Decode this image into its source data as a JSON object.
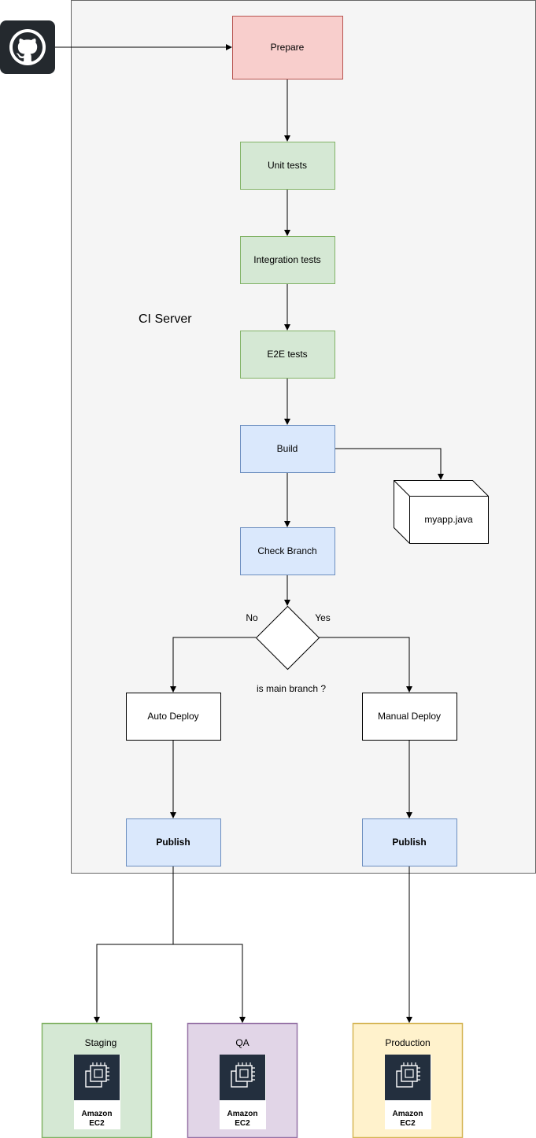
{
  "ci_server": {
    "label": "CI Server"
  },
  "source": {
    "icon": "github-icon"
  },
  "steps": {
    "prepare": "Prepare",
    "unit_tests": "Unit tests",
    "integration_tests": "Integration tests",
    "e2e_tests": "E2E tests",
    "build": "Build",
    "check_branch": "Check Branch",
    "auto_deploy": "Auto Deploy",
    "manual_deploy": "Manual Deploy",
    "publish_left": "Publish",
    "publish_right": "Publish"
  },
  "artifact": {
    "label": "myapp.java"
  },
  "decision": {
    "question": "is main branch ?",
    "no": "No",
    "yes": "Yes"
  },
  "environments": {
    "staging": {
      "label": "Staging",
      "service_line1": "Amazon",
      "service_line2": "EC2",
      "icon": "amazon-ec2-icon"
    },
    "qa": {
      "label": "QA",
      "service_line1": "Amazon",
      "service_line2": "EC2",
      "icon": "amazon-ec2-icon"
    },
    "production": {
      "label": "Production",
      "service_line1": "Amazon",
      "service_line2": "EC2",
      "icon": "amazon-ec2-icon"
    }
  },
  "colors": {
    "ci_bg": "#f5f5f5",
    "ci_border": "#666666",
    "prepare_fill": "#f8cecc",
    "prepare_border": "#b85450",
    "test_fill": "#d5e8d4",
    "test_border": "#82b366",
    "build_fill": "#dae8fc",
    "build_border": "#6c8ebf",
    "qa_fill": "#e1d5e7",
    "qa_border": "#9673a6",
    "prod_fill": "#fff2cc",
    "prod_border": "#d6b656",
    "ec2_dark": "#232f3e"
  }
}
